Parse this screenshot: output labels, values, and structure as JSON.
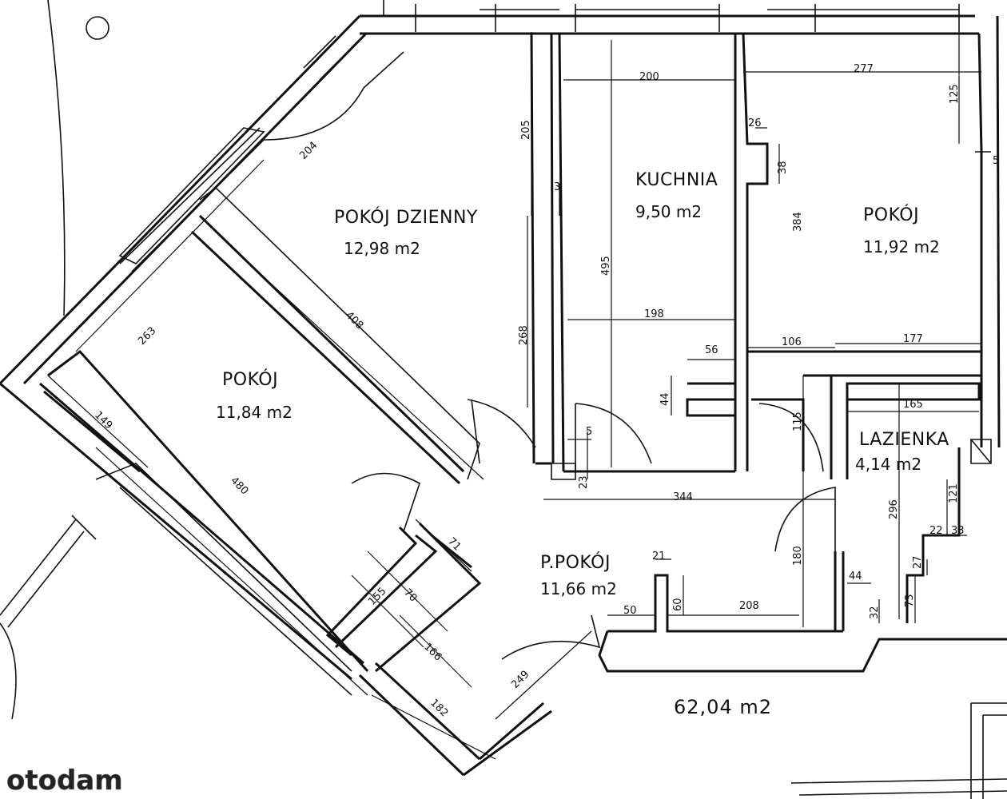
{
  "rooms": [
    {
      "name": "POKÓJ DZIENNY",
      "area": "12,98 m2"
    },
    {
      "name": "KUCHNIA",
      "area": "9,50 m2"
    },
    {
      "name": "POKÓJ",
      "area": "11,92 m2"
    },
    {
      "name": "POKÓJ",
      "area": "11,84 m2"
    },
    {
      "name": "LAZIENKA",
      "area": "4,14 m2"
    },
    {
      "name": "P.POKÓJ",
      "area": "11,66 m2"
    }
  ],
  "total_area": "62,04 m2",
  "dimensions": [
    "200",
    "277",
    "125",
    "205",
    "26",
    "38",
    "384",
    "5",
    "3",
    "495",
    "198",
    "268",
    "56",
    "106",
    "177",
    "44",
    "165",
    "115",
    "5",
    "23",
    "344",
    "408",
    "263",
    "149",
    "480",
    "71",
    "70",
    "155",
    "166",
    "182",
    "249",
    "21",
    "50",
    "60",
    "208",
    "180",
    "44",
    "296",
    "121",
    "22",
    "33",
    "27",
    "73",
    "32",
    "204"
  ],
  "watermark": "otodam"
}
